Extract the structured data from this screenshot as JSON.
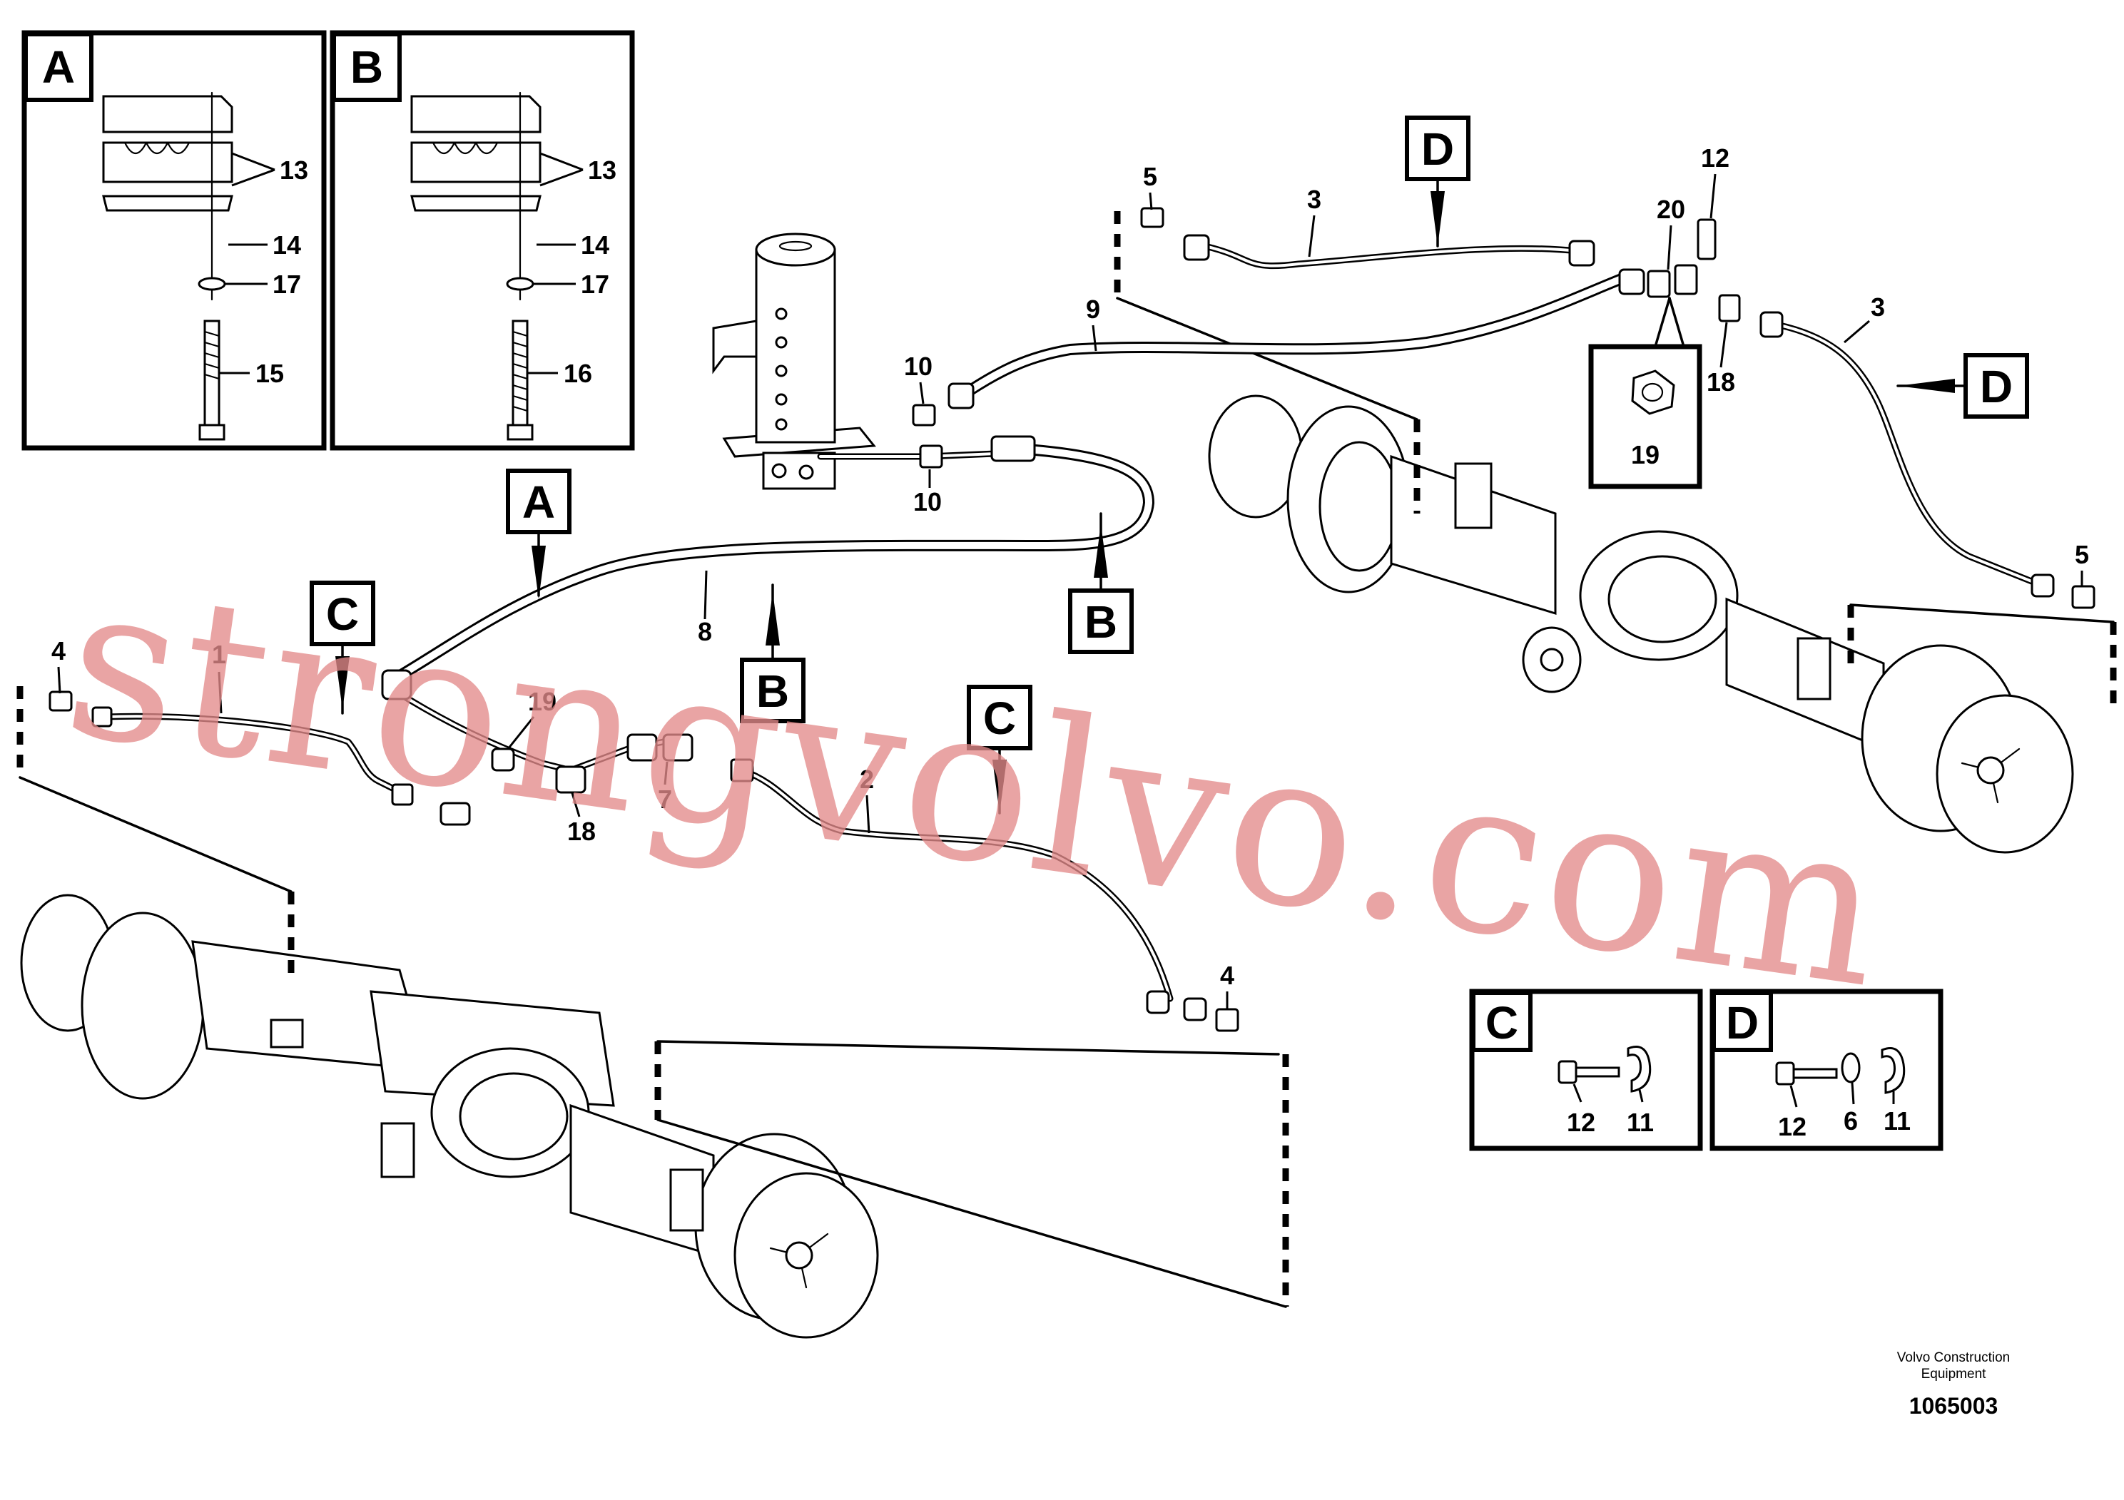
{
  "detail_boxes": [
    {
      "letter": "A",
      "numbers": [
        "13",
        "14",
        "17",
        "15"
      ]
    },
    {
      "letter": "B",
      "numbers": [
        "13",
        "14",
        "17",
        "16"
      ]
    },
    {
      "letter": "C",
      "numbers": [
        "12",
        "11"
      ]
    },
    {
      "letter": "D",
      "numbers": [
        "12",
        "6",
        "11"
      ]
    }
  ],
  "section_markers": [
    "A",
    "B",
    "B",
    "C",
    "C",
    "D",
    "D"
  ],
  "part_callouts": [
    "1",
    "2",
    "3",
    "3",
    "4",
    "4",
    "5",
    "5",
    "7",
    "8",
    "9",
    "10",
    "10",
    "12",
    "18",
    "18",
    "19",
    "19",
    "20"
  ],
  "watermark": "strongvolvo.com",
  "footer": {
    "company_line1": "Volvo Construction",
    "company_line2": "Equipment",
    "document_number": "1065003"
  }
}
